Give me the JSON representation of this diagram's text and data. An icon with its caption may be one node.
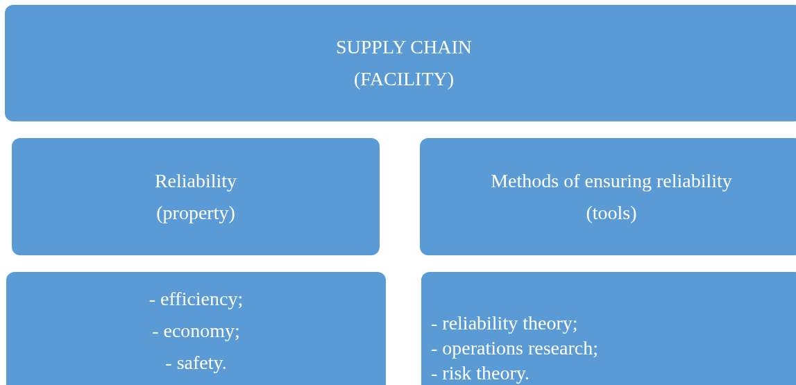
{
  "diagram": {
    "nodes": [
      {
        "text": [
          "SUPPLY CHAIN (FACILITY)"
        ]
      },
      {
        "text": [
          "Reliability (property)"
        ]
      },
      {
        "text": [
          "Methods of ensuring reliability (tools)"
        ]
      },
      {
        "text": [
          "- efficiency;",
          "- economy;",
          "- safety."
        ]
      },
      {
        "text": [
          "- reliability theory;",
          "- operations research;",
          "- risk theory."
        ]
      }
    ]
  }
}
